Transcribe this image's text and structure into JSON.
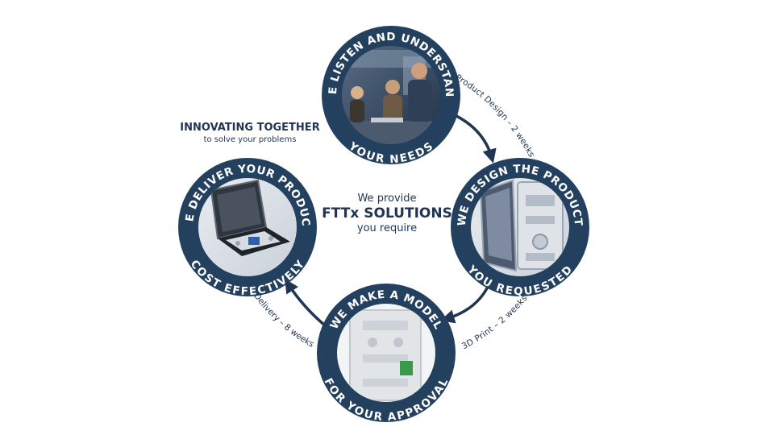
{
  "colors": {
    "navy": "#1f3552",
    "ring": "#24405f",
    "white": "#ffffff"
  },
  "tagline": {
    "title": "INNOVATING TOGETHER",
    "subtitle": "to solve your problems"
  },
  "center": {
    "line1": "We provide",
    "line2": "FTTx SOLUTIONS",
    "line3": "you require"
  },
  "steps": [
    {
      "top_label": "WE LISTEN AND UNDERSTAND",
      "bottom_label": "YOUR NEEDS",
      "image": "meeting-photo"
    },
    {
      "top_label": "WE DESIGN THE PRODUCT",
      "bottom_label": "YOU REQUESTED",
      "image": "cad-enclosure-render"
    },
    {
      "top_label": "WE MAKE A MODEL",
      "bottom_label": "FOR YOUR APPROVAL",
      "image": "3d-printed-prototype"
    },
    {
      "top_label": "WE DELIVER YOUR PRODUCT",
      "bottom_label": "COST EFFECTIVELY",
      "image": "finished-enclosure"
    }
  ],
  "transitions": [
    {
      "label": "Product Design – 2 weeks"
    },
    {
      "label": "3D Print – 2 weeks"
    },
    {
      "label": "Delivery – 8 weeks"
    }
  ]
}
